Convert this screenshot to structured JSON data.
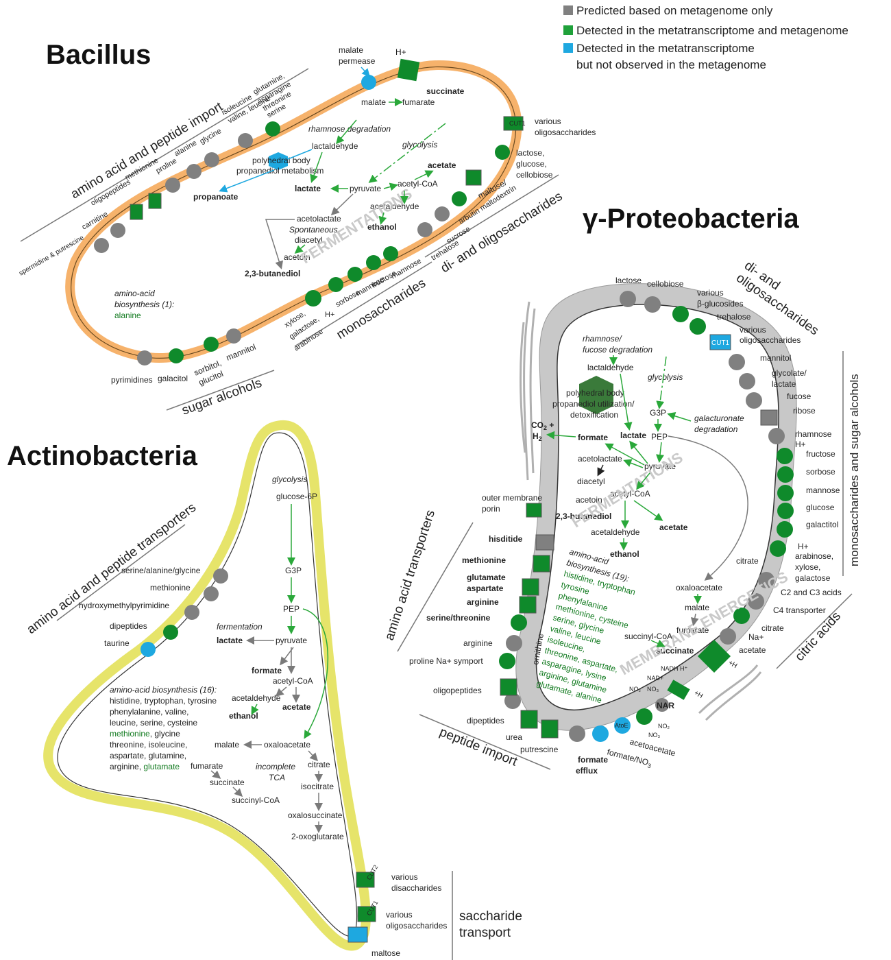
{
  "legend": {
    "items": [
      {
        "label": "Predicted based on metagenome only",
        "color": "#808080"
      },
      {
        "label": "Detected in the metatranscriptome and metagenome",
        "color": "#1fa13a"
      },
      {
        "label": "Detected in the metatranscriptome",
        "label2": "but not observed in the metagenome",
        "color": "#1ea8e0"
      }
    ]
  },
  "colors": {
    "gray": "#808080",
    "green": "#0f8a2b",
    "blue": "#1ea8e0",
    "arrow_green": "#2aa83a",
    "bacillus_membrane": "#f6b26b",
    "actino_membrane": "#e6e46a",
    "proteo_membrane": "#c8c8c8"
  },
  "bacillus": {
    "title": "Bacillus",
    "categories": [
      "amino acid and peptide import",
      "di- and oligosaccharides",
      "monosaccharides",
      "sugar alcohols"
    ],
    "transporters": [
      "spermidine & putrescine",
      "carnitine",
      "oligopeptides",
      "methionine",
      "proline",
      "alanine",
      "glycine",
      "valine, leucine",
      "isoleucine",
      "glutamine, asparagine threonine serine"
    ],
    "labels": {
      "malate_permease": "malate\npermease",
      "h_plus": "H+",
      "succinate": "succinate",
      "malate": "malate",
      "fumarate": "fumarate",
      "rhamnose_degradation": "rhamnose degradation",
      "lactaldehyde": "lactaldehyde",
      "glycolysis": "glycolysis",
      "polyhedral_body": "polyhedral body",
      "propanediol": "propanediol metabolism",
      "propanoate": "propanoate",
      "acetate": "acetate",
      "lactate": "lactate",
      "pyruvate": "pyruvate",
      "acetyl_coa": "acetyl-CoA",
      "acetaldehyde": "acetaldehyde",
      "ethanol": "ethanol",
      "acetolactate": "acetolactate",
      "spontaneous": "Spontaneous",
      "diacetyl": "diacetyl",
      "acetoin": "acetoin",
      "butanediol": "2,3-butanediol",
      "fermentations": "FERMENTATIONS",
      "aa_biosynthesis": "amino-acid",
      "aa_biosynthesis2": "biosynthesis (1):",
      "alanine": "alanine",
      "various_oligo": "various",
      "various_oligo2": "oligosaccharides",
      "cut1": "CUT1",
      "lactose": "lactose,",
      "glucose": "glucose,",
      "cellobiose": "cellobiose",
      "maltose": "maltose/",
      "maltodextrin": "arbutin maltodextrin",
      "sucrose": "sucrose",
      "trehalose": "trehalose",
      "rhamnose": "rhamnose",
      "fructose": "fructose",
      "mannose": "mannose",
      "sorbose": "sorbose",
      "hplus2": "H+",
      "xylose": "xylose,",
      "galactose": "galactose,",
      "arabinose": "arabinose",
      "pyrimidines": "pyrimidines",
      "galacitol": "galacitol",
      "sorbitol": "sorbitol,",
      "glucitol": "glucitol",
      "mannitol": "mannitol"
    }
  },
  "actinobacteria": {
    "title": "Actinobacteria",
    "categories": [
      "amino acid and peptide transporters",
      "saccharide",
      "transport"
    ],
    "labels": {
      "glycolysis": "glycolysis",
      "glucose6p": "glucose-6P",
      "g3p": "G3P",
      "pep": "PEP",
      "fermentation": "fermentation",
      "lactate": "lactate",
      "pyruvate": "pyruvate",
      "formate": "formate",
      "acetyl_coa": "acetyl-CoA",
      "acetaldehyde": "acetaldehyde",
      "acetate": "acetate",
      "ethanol": "ethanol",
      "aa_title": "amino-acid  biosynthesis (16):",
      "aa_l1": "histidine, tryptophan, tyrosine",
      "aa_l2": "phenylalanine, valine,",
      "aa_l3": "leucine, serine, cysteine",
      "aa_l4g": "methionine",
      "aa_l4": ", glycine",
      "aa_l5": "threonine, isoleucine,",
      "aa_l6": "aspartate, glutamine,",
      "aa_l7": "arginine, ",
      "aa_l7g": "glutamate",
      "malate": "malate",
      "oxaloacetate": "oxaloacetate",
      "fumarate": "fumarate",
      "citrate": "citrate",
      "incomplete": "incomplete",
      "tca": "TCA",
      "succinate": "succinate",
      "isocitrate": "isocitrate",
      "succinyl_coa": "succinyl-CoA",
      "oxalosuccinate": "oxalosuccinate",
      "oxoglutarate": "2-oxoglutarate",
      "serine": "serine/alanine/glycine",
      "methionine": "methionine",
      "hmp": "hydroxymethylpyrimidine",
      "dipeptides": "dipeptides",
      "taurine": "taurine",
      "various_di": "various",
      "various_di2": "disaccharides",
      "various_oligo": "various",
      "various_oligo2": "oligosaccharides",
      "maltose": "maltose",
      "cut2": "CUT2",
      "cut1": "CUT1"
    }
  },
  "proteobacteria": {
    "title": "γ-Proteobacteria",
    "categories": [
      "di- and",
      "oligosaccharides",
      "monosaccharides and sugar alcohols",
      "citric acids",
      "amino acid transporters",
      "peptide import"
    ],
    "labels": {
      "lactose": "lactose",
      "cellobiose": "cellobiose",
      "various_bg": "various",
      "bg": "β-glucosides",
      "trehalose": "trehalose",
      "various_oligo": "various",
      "oligo": "oligosaccharides",
      "cut1": "CUT1",
      "mannitol": "mannitol",
      "glycolate": "glycolate/",
      "lactate_t": "lactate",
      "fucose": "fucose",
      "ribose": "ribose",
      "rhamnose": "rhamnose",
      "hplus": "H+",
      "fructose": "fructose",
      "sorbose": "sorbose",
      "mannose": "mannose",
      "glucose": "glucose",
      "galactitol": "galactitol",
      "hplus2": "H+",
      "arabinose": "arabinose,",
      "xylose": "xylose,",
      "galactose": "galactose",
      "citrate": "citrate",
      "c2c3": "C2 and C3 acids",
      "c4": "C4 transporter",
      "citrate2": "citrate",
      "naplus": "Na+",
      "acetate2": "acetate",
      "rhamnose_fucose": "rhamnose/",
      "fucose_deg": "fucose degradation",
      "lactaldehyde": "lactaldehyde",
      "glycolysis": "glycolysis",
      "polyhedral": "polyhedral body",
      "propanediol": "propanediol utilization/",
      "detox": "detoxification",
      "g3p": "G3P",
      "galacturonate": "galacturonate",
      "galact_deg": "degradation",
      "co2": "CO",
      "h2": "H",
      "formate": "formate",
      "lactate": "lactate",
      "pep": "PEP",
      "acetolactate": "acetolactate",
      "pyruvate": "pyruvate",
      "diacetyl": "diacetyl",
      "acetoin": "acetoin",
      "acetyl_coa": "acetyl-CoA",
      "butanediol": "2,3-butanediol",
      "acetaldehyde": "acetaldehyde",
      "acetate": "acetate",
      "ethanol": "ethanol",
      "fermentations": "FERMENTATIONS",
      "porin": "outer membrane",
      "porin2": "porin",
      "hisdidite": "hisditide",
      "methionine": "methionine",
      "glutamate": "glutamate",
      "aspartate": "aspartate",
      "arginine": "arginine",
      "serthr": "serine/threonine",
      "arginine2": "arginine",
      "ornithine": "ornithine",
      "proline": "proline Na+ symport",
      "oligopeptides": "oligopeptides",
      "dipeptides": "dipeptides",
      "urea": "urea",
      "putrescine": "putrescine",
      "formate_efflux": "formate",
      "efflux": "efflux",
      "formate_no3": "formate/NO",
      "acetoacetate": "acetoacetate",
      "ato": "AtoE",
      "nar": "NAR",
      "aa_title": "amino-acid",
      "aa_title2": "biosynthesis (19):",
      "aa1": "histidine, tryptophan",
      "aa2": "tyrosine",
      "aa3": "phenylalanine",
      "aa4": "methionine, cysteine",
      "aa5": "serine, glycine",
      "aa6": "valine, leucine",
      "aa7": "isoleucine,",
      "aa8": "threonine, aspartate,",
      "aa9": "asparagine, lysine",
      "aa10": "arginine, glutamine",
      "aa11": "glutamate, alanine",
      "oxaloacetate": "oxaloacetate",
      "malate": "malate",
      "fumarate": "fumarate",
      "succinyl": "succinyl-CoA",
      "succinate": "succinate",
      "membrane_energ": "MEMBRANE ENERGETICS",
      "nadh": "NADH H⁺",
      "nad": "NAD+",
      "no2": "NO₂",
      "no3": "NO₃",
      "hplus_m": "+H",
      "hplus_m2": "+H",
      "no2b": "NO₂",
      "no3b": "NO₃"
    }
  }
}
